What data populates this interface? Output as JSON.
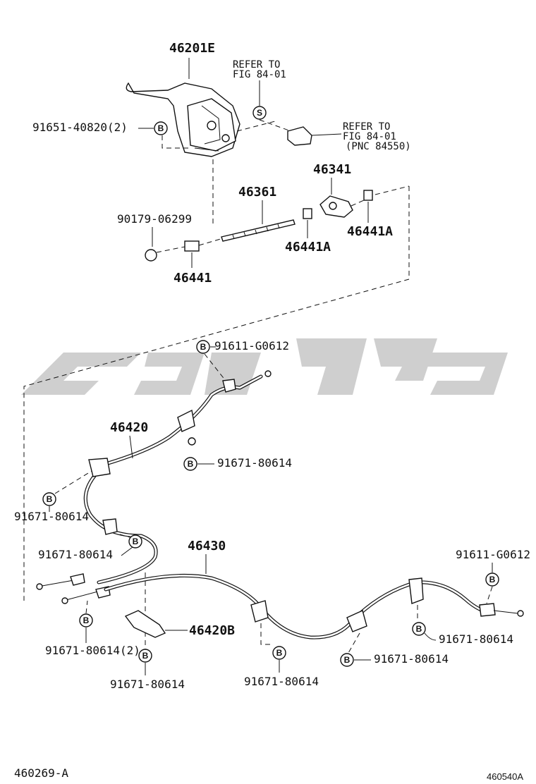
{
  "labels": {
    "lever_assy": "46201E",
    "refer_upper_1": "REFER TO",
    "refer_upper_2": "FIG 84-01",
    "bolt_lever": "91651-40820(2)",
    "refer_right_1": "REFER TO",
    "refer_right_2": "FIG 84-01",
    "refer_right_3": "(PNC 84550)",
    "equalizer": "46341",
    "rod": "46361",
    "nut_right": "46441A",
    "nut_middle": "46441A",
    "nut_left_part": "90179-06299",
    "nut_left": "46441",
    "bolt_top_cable": "91611-G0612",
    "front_cable": "46420",
    "bolt_front_cable": "91671-80614",
    "bolt_left_upper": "91671-80614",
    "bolt_left_mid": "91671-80614",
    "rear_cable": "46430",
    "bolt_rear_right_top": "91611-G0612",
    "bolt_rear_left": "91671-80614(2)",
    "bracket": "46420B",
    "bolt_bracket": "91671-80614",
    "bolt_rear_mid": "91671-80614",
    "bolt_rear_right": "91671-80614",
    "bolt_rear_center": "91671-80614",
    "footer_left": "460269-A",
    "footer_right": "460540A"
  },
  "badges": {
    "bolt": "B",
    "screw": "S"
  }
}
